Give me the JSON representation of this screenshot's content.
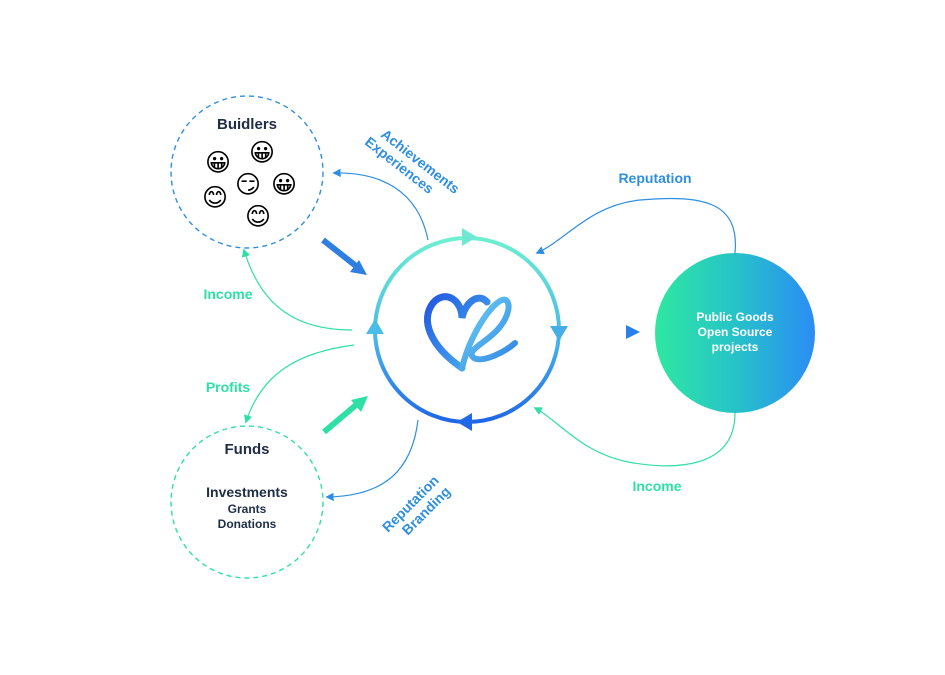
{
  "builders": {
    "title": "Buidlers",
    "faces": [
      {
        "name": "grinning-face-icon",
        "glyph": "😀"
      },
      {
        "name": "grinning-face-icon",
        "glyph": "😀"
      },
      {
        "name": "winking-face-icon",
        "glyph": "😏"
      },
      {
        "name": "grinning-face-icon",
        "glyph": "😀"
      },
      {
        "name": "smiling-face-icon",
        "glyph": "😊"
      },
      {
        "name": "smiling-face-icon",
        "glyph": "😊"
      }
    ]
  },
  "funds": {
    "title": "Funds",
    "line1": "Investments",
    "line2": "Grants",
    "line3": "Donations"
  },
  "public_goods": {
    "line1": "Public Goods",
    "line2": "Open Source",
    "line3": "projects"
  },
  "edges": {
    "achievements": "Achievements",
    "experiences": "Experiences",
    "reputation_top": "Reputation",
    "income_left": "Income",
    "profits": "Profits",
    "reputation_bottom": "Reputation",
    "branding": "Branding",
    "income_bottom": "Income"
  },
  "colors": {
    "blue": "#2e8fe0",
    "green": "#2ee0a6",
    "navy": "#1f2d45"
  },
  "icons": {
    "center": "heart-e-logo-icon"
  }
}
